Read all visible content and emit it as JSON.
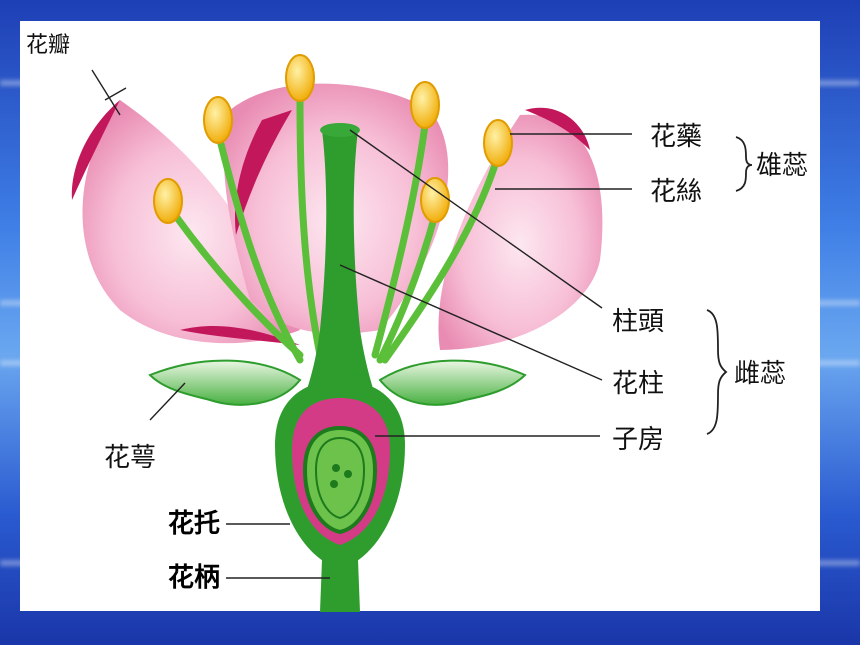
{
  "labels": {
    "petal": "花瓣",
    "anther": "花藥",
    "filament": "花絲",
    "stamen": "雄蕊",
    "stigma": "柱頭",
    "style": "花柱",
    "ovary": "子房",
    "pistil": "雌蕊",
    "sepal": "花萼",
    "receptacle": "花托",
    "pedicel": "花柄"
  },
  "colors": {
    "background": "#3f7fe6",
    "panel": "#ffffff",
    "petal": "#f3a9c7",
    "petal_edge": "#c2185b",
    "stem": "#2e9d2e",
    "anther": "#f5b800",
    "ovary": "#d33b86"
  }
}
